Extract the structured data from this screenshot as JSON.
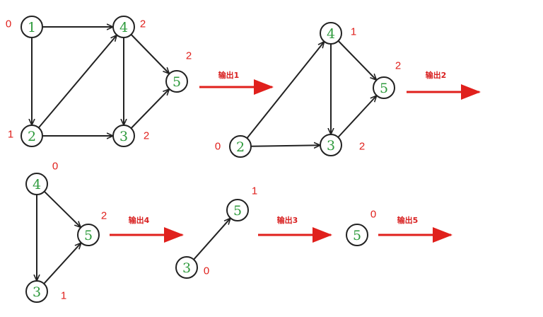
{
  "colors": {
    "node_text": "#2e9a3c",
    "indegree": "#e0201c",
    "edge": "#222222",
    "step_arrow": "#e0201c"
  },
  "graphs": [
    {
      "nodes": [
        {
          "id": "1",
          "indegree": "0"
        },
        {
          "id": "4",
          "indegree": "2"
        },
        {
          "id": "5",
          "indegree": "2"
        },
        {
          "id": "2",
          "indegree": "1"
        },
        {
          "id": "3",
          "indegree": "2"
        }
      ],
      "edges": [
        [
          "1",
          "4"
        ],
        [
          "1",
          "2"
        ],
        [
          "2",
          "4"
        ],
        [
          "2",
          "3"
        ],
        [
          "4",
          "3"
        ],
        [
          "4",
          "5"
        ],
        [
          "3",
          "5"
        ]
      ]
    },
    {
      "nodes": [
        {
          "id": "4",
          "indegree": "1"
        },
        {
          "id": "5",
          "indegree": "2"
        },
        {
          "id": "2",
          "indegree": "0"
        },
        {
          "id": "3",
          "indegree": "2"
        }
      ],
      "edges": [
        [
          "2",
          "4"
        ],
        [
          "2",
          "3"
        ],
        [
          "4",
          "3"
        ],
        [
          "4",
          "5"
        ],
        [
          "3",
          "5"
        ]
      ]
    },
    {
      "nodes": [
        {
          "id": "4",
          "indegree": "0"
        },
        {
          "id": "5",
          "indegree": "2"
        },
        {
          "id": "3",
          "indegree": "1"
        }
      ],
      "edges": [
        [
          "4",
          "3"
        ],
        [
          "4",
          "5"
        ],
        [
          "3",
          "5"
        ]
      ]
    },
    {
      "nodes": [
        {
          "id": "5",
          "indegree": "1"
        },
        {
          "id": "3",
          "indegree": "0"
        }
      ],
      "edges": [
        [
          "3",
          "5"
        ]
      ]
    },
    {
      "nodes": [
        {
          "id": "5",
          "indegree": "0"
        }
      ],
      "edges": []
    }
  ],
  "steps": [
    {
      "label": "输出1"
    },
    {
      "label": "输出2"
    },
    {
      "label": "输出4"
    },
    {
      "label": "输出3"
    },
    {
      "label": "输出5"
    }
  ]
}
